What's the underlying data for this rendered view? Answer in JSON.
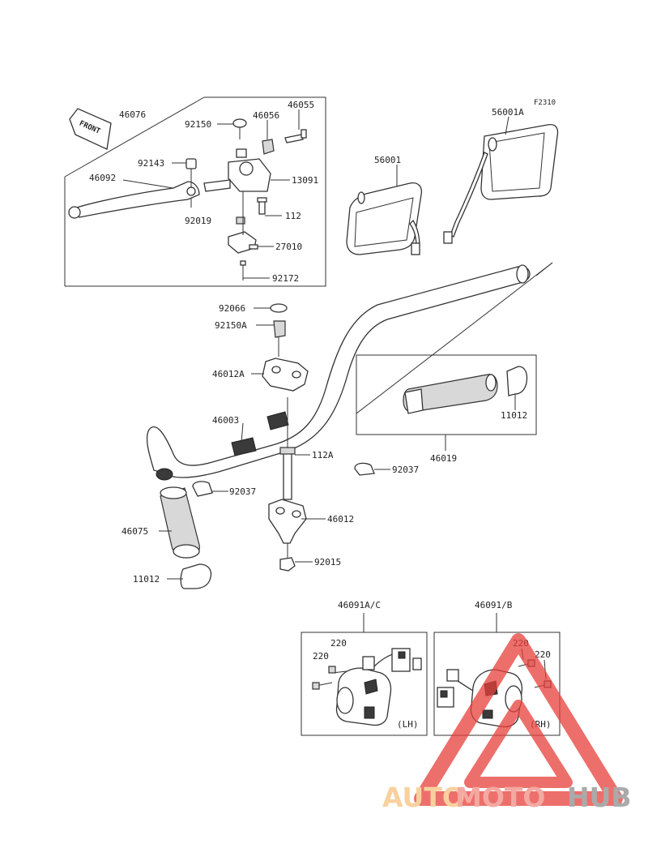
{
  "figure_code": "F2310",
  "front_label": "FRONT",
  "switch_sides": {
    "left": "(LH)",
    "right": "(RH)"
  },
  "parts": {
    "p46076": "46076",
    "p92150": "92150",
    "p46056": "46056",
    "p46055": "46055",
    "p92143": "92143",
    "p46092": "46092",
    "p13091": "13091",
    "p92019": "92019",
    "p112": "112",
    "p27010": "27010",
    "p92172": "92172",
    "p56001A": "56001A",
    "p56001": "56001",
    "p92066": "92066",
    "p92150A": "92150A",
    "p46012A": "46012A",
    "p46003": "46003",
    "p11012_right": "11012",
    "p46019": "46019",
    "p112A": "112A",
    "p92037_right": "92037",
    "p92037_left": "92037",
    "p46012": "46012",
    "p46075": "46075",
    "p92015": "92015",
    "p11012_left": "11012",
    "p46091AC": "46091A/C",
    "p46091B": "46091/B",
    "p220_l1": "220",
    "p220_l2": "220",
    "p220_r1": "220",
    "p220_r2": "220"
  },
  "watermark": {
    "part1": "AUTO",
    "part2": "MOTO",
    "part3": "HUB"
  },
  "colors": {
    "watermark_triangle": "#e8403a",
    "watermark_auto": "#f6c27e",
    "watermark_moto": "#ef8d84",
    "watermark_hub": "#8e8e8e"
  }
}
